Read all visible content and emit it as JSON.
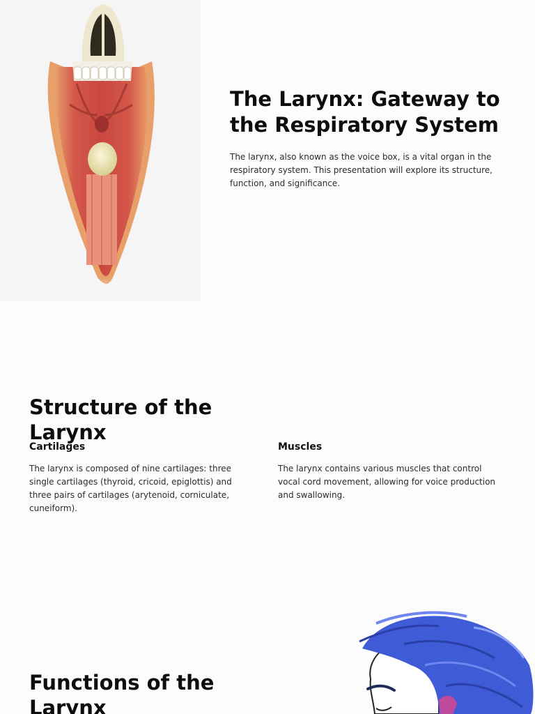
{
  "slide1": {
    "title": "The Larynx: Gateway to the Respiratory System",
    "intro": "The larynx, also known as the voice box, is a vital organ in the respiratory system. This presentation will explore its structure, function, and significance.",
    "image_icon": "larynx-anatomy-illustration"
  },
  "slide2": {
    "title": "Structure of the Larynx",
    "columns": [
      {
        "heading": "Cartilages",
        "text": "The larynx is composed of nine cartilages: three single cartilages (thyroid, cricoid, epiglottis) and three pairs of cartilages (arytenoid, corniculate, cuneiform)."
      },
      {
        "heading": "Muscles",
        "text": "The larynx contains various muscles that control vocal cord movement, allowing for voice production and swallowing."
      }
    ]
  },
  "slide3": {
    "title": "Functions of the Larynx",
    "image_icon": "profile-head-illustration"
  },
  "colors": {
    "background": "#fdfcfd",
    "heading": "#0d0d0d",
    "body_text": "#2b2b2b",
    "tissue": "#d96a55",
    "hair": "#3f5bd6"
  }
}
